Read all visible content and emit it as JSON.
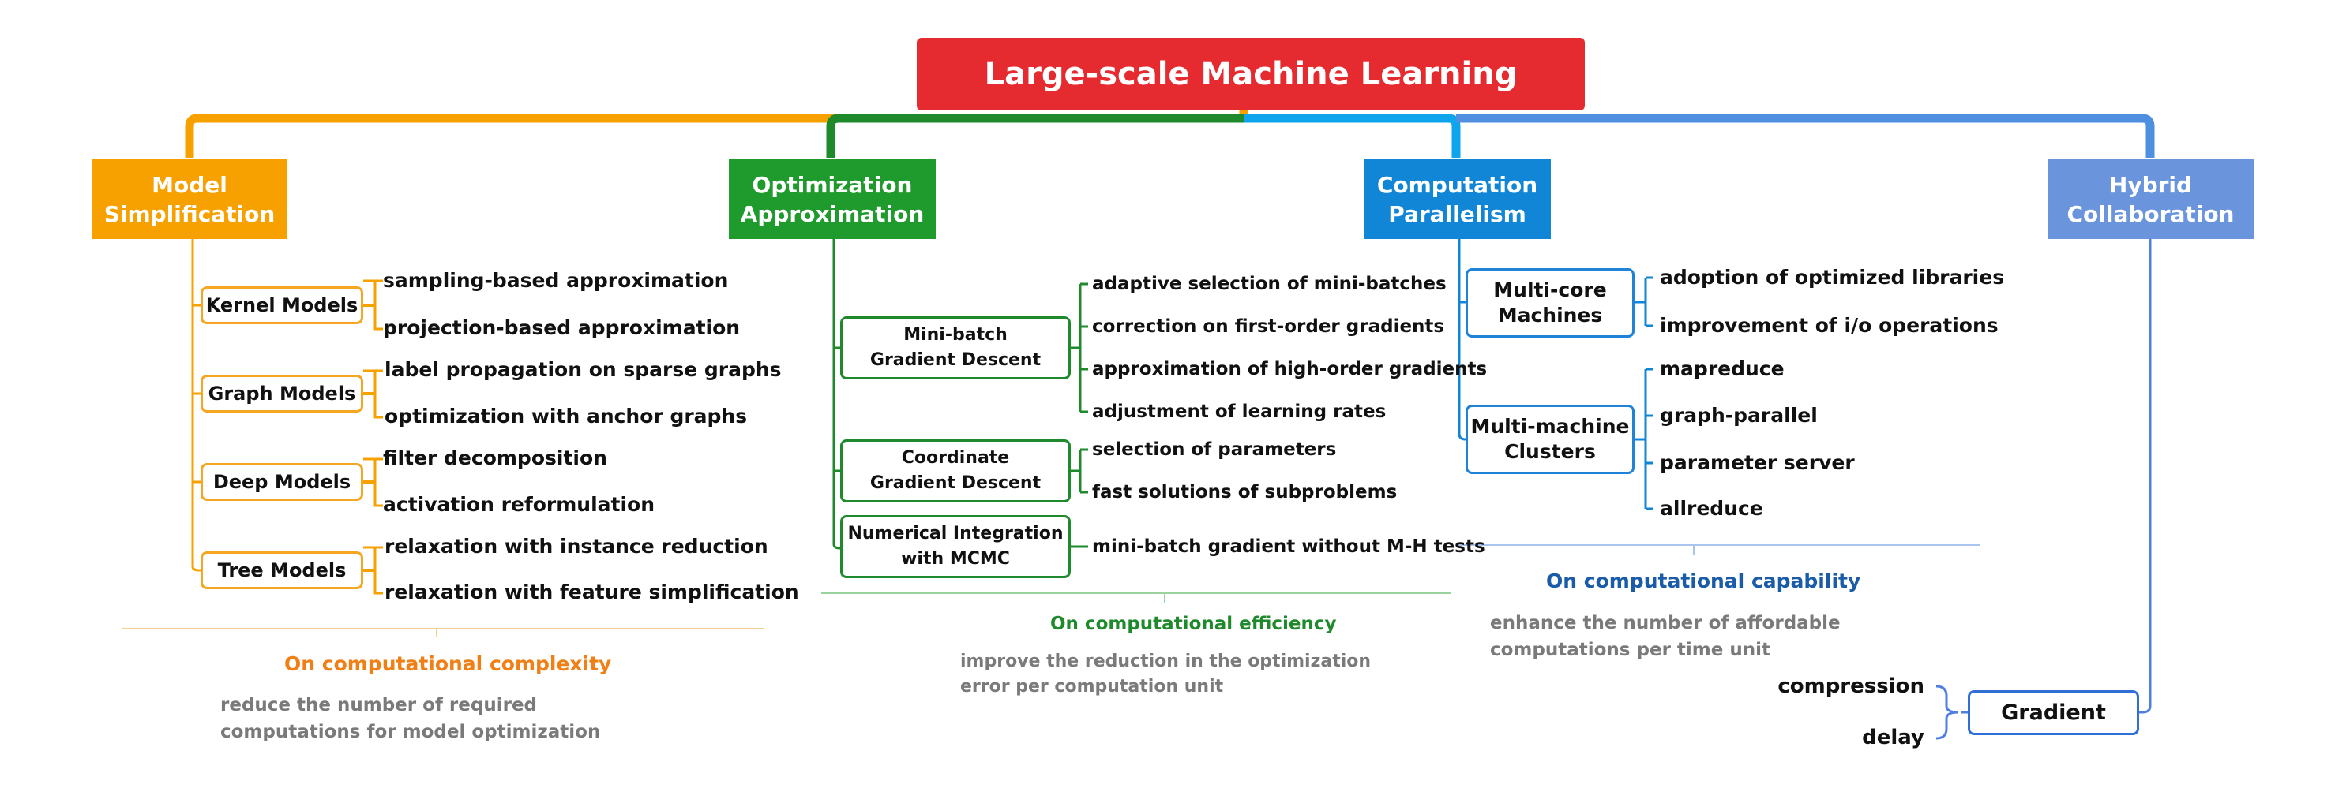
{
  "root": {
    "label": "Large-scale Machine Learning"
  },
  "colors": {
    "root": "#e52b2f",
    "orange": "#f7a100",
    "green": "#1f9a2c",
    "blue": "#1186d6",
    "lightblue": "#6a95dc"
  },
  "categories": {
    "model_simplification": {
      "label": "Model\nSimplification",
      "subs": [
        {
          "label": "Kernel Models",
          "leaves": [
            "sampling-based approximation",
            "projection-based approximation"
          ]
        },
        {
          "label": "Graph Models",
          "leaves": [
            "label propagation on sparse graphs",
            "optimization with anchor graphs"
          ]
        },
        {
          "label": "Deep Models",
          "leaves": [
            "filter decomposition",
            "activation reformulation"
          ]
        },
        {
          "label": "Tree Models",
          "leaves": [
            "relaxation with instance reduction",
            "relaxation with feature simplification"
          ]
        }
      ],
      "note": {
        "title": "On computational complexity",
        "body": "reduce the number of required\ncomputations for model optimization"
      }
    },
    "optimization_approximation": {
      "label": "Optimization\nApproximation",
      "subs": [
        {
          "label": "Mini-batch\nGradient Descent",
          "leaves": [
            "adaptive selection of mini-batches",
            "correction on first-order gradients",
            "approximation of high-order gradients",
            "adjustment of learning rates"
          ]
        },
        {
          "label": "Coordinate\nGradient Descent",
          "leaves": [
            "selection of parameters",
            "fast solutions of subproblems"
          ]
        },
        {
          "label": "Numerical Integration\nwith MCMC",
          "leaves": [
            "mini-batch gradient without M-H tests"
          ]
        }
      ],
      "note": {
        "title": "On computational efficiency",
        "body": "improve the reduction in the optimization\nerror per computation unit"
      }
    },
    "computation_parallelism": {
      "label": "Computation\nParallelism",
      "subs": [
        {
          "label": "Multi-core\nMachines",
          "leaves": [
            "adoption of optimized libraries",
            "improvement of i/o operations"
          ]
        },
        {
          "label": "Multi-machine\nClusters",
          "leaves": [
            "mapreduce",
            "graph-parallel",
            "parameter server",
            "allreduce"
          ]
        }
      ],
      "note": {
        "title": "On computational capability",
        "body": "enhance the number of affordable\ncomputations per time unit"
      }
    },
    "hybrid_collaboration": {
      "label": "Hybrid\nCollaboration",
      "subs": [
        {
          "label": "Gradient",
          "leaves": [
            "compression",
            "delay"
          ]
        }
      ]
    }
  }
}
